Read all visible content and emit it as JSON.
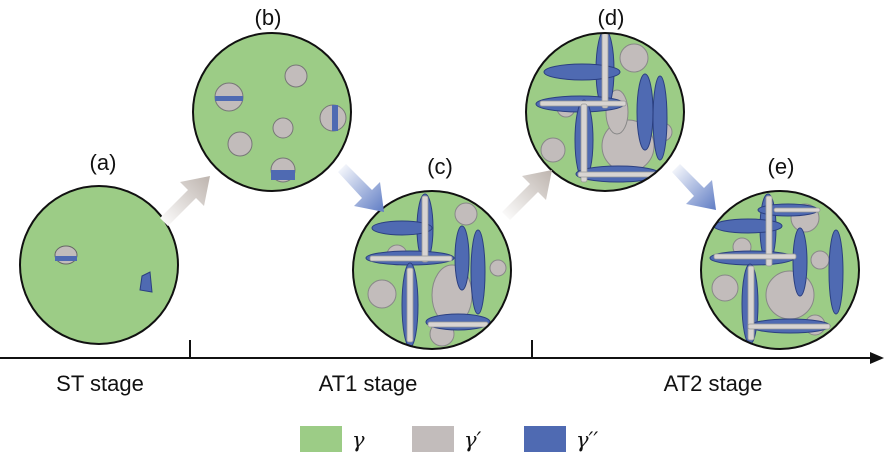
{
  "panels": [
    {
      "id": "a",
      "label": "(a)"
    },
    {
      "id": "b",
      "label": "(b)"
    },
    {
      "id": "c",
      "label": "(c)"
    },
    {
      "id": "d",
      "label": "(d)"
    },
    {
      "id": "e",
      "label": "(e)"
    }
  ],
  "stages": [
    {
      "id": "st",
      "label": "ST stage"
    },
    {
      "id": "at1",
      "label": "AT1 stage"
    },
    {
      "id": "at2",
      "label": "AT2 stage"
    }
  ],
  "legend": [
    {
      "id": "gamma",
      "label": "γ",
      "color": "#9ccc86"
    },
    {
      "id": "gamma-prime",
      "label": "γ′",
      "color": "#c2bcbb"
    },
    {
      "id": "gamma-double-prime",
      "label": "γ′′",
      "color": "#4f6ab2"
    }
  ],
  "colors": {
    "matrix": "#9ccc86",
    "gamma_prime": "#c2bcbb",
    "gamma_double_prime": "#4f6ab2",
    "outline": "#111111",
    "arrow_gray": "#c9c2bd",
    "arrow_blue": "#7088c8"
  }
}
